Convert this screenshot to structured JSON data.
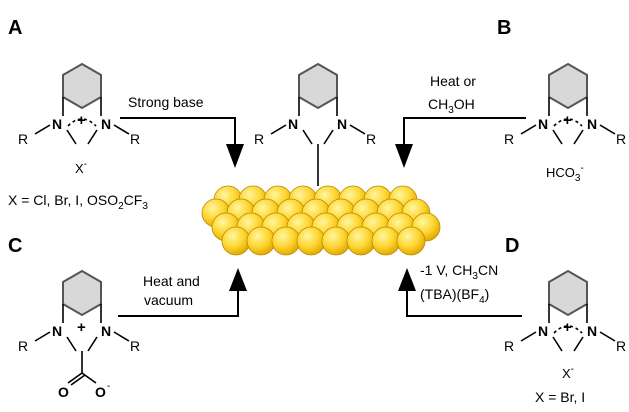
{
  "panels": {
    "a": "A",
    "b": "B",
    "c": "C",
    "d": "D"
  },
  "atoms": {
    "n": "N",
    "r": "R"
  },
  "charge": {
    "plus": "+"
  },
  "arrows": {
    "a": "Strong base",
    "b_line1": "Heat or",
    "b_line2_prefix": "CH",
    "b_line2_sub": "3",
    "b_line2_suffix": "OH",
    "c_line1": "Heat and",
    "c_line2": "vacuum",
    "d_line1_prefix": "-1 V, CH",
    "d_line1_sub": "3",
    "d_line1_suffix": "CN",
    "d_line2_prefix": "(TBA)(BF",
    "d_line2_sub": "4",
    "d_line2_suffix": ")"
  },
  "anions": {
    "a_x": "X",
    "a_x_sup": "-",
    "a_def_prefix": "X = Cl, Br, I, OSO",
    "a_def_sub1": "2",
    "a_def_mid": "CF",
    "a_def_sub2": "3",
    "b_prefix": "HCO",
    "b_sub": "3",
    "b_sup": "-",
    "c_o1": "O",
    "c_o2": "O",
    "c_o_sup": "-",
    "d_x": "X",
    "d_x_sup": "-",
    "d_def": "X = Br, I"
  },
  "colors": {
    "gold_light": "#fff6a0",
    "gold_mid": "#ffd633",
    "gold_dark": "#e0a800",
    "benzene_fill": "#d8d8d8",
    "benzene_stroke": "#555555"
  }
}
